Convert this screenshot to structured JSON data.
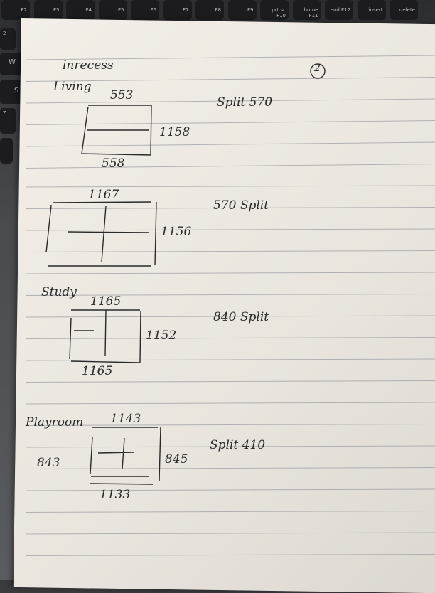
{
  "keyboard": {
    "function_keys": [
      "F2",
      "F3",
      "F4",
      "F5",
      "F6",
      "F7",
      "F8",
      "F9",
      "prt sc F10",
      "home F11",
      "end F12",
      "insert",
      "delete"
    ],
    "side_keys": [
      "2",
      "W",
      "S",
      "Z"
    ]
  },
  "notes": {
    "header": "inrecess",
    "page_number": "2",
    "rooms": [
      {
        "name": "Living",
        "top": "553",
        "right": "1158",
        "bottom": "558",
        "note": "Split 570"
      },
      {
        "name": "",
        "top": "1167",
        "right": "1156",
        "note": "570 Split"
      },
      {
        "name": "Study",
        "top": "1165",
        "right": "1152",
        "bottom": "1165",
        "note": "840 Split"
      },
      {
        "name": "Playroom",
        "top": "1143",
        "left": "843",
        "right": "845",
        "bottom": "1133",
        "note": "Split 410"
      }
    ]
  }
}
